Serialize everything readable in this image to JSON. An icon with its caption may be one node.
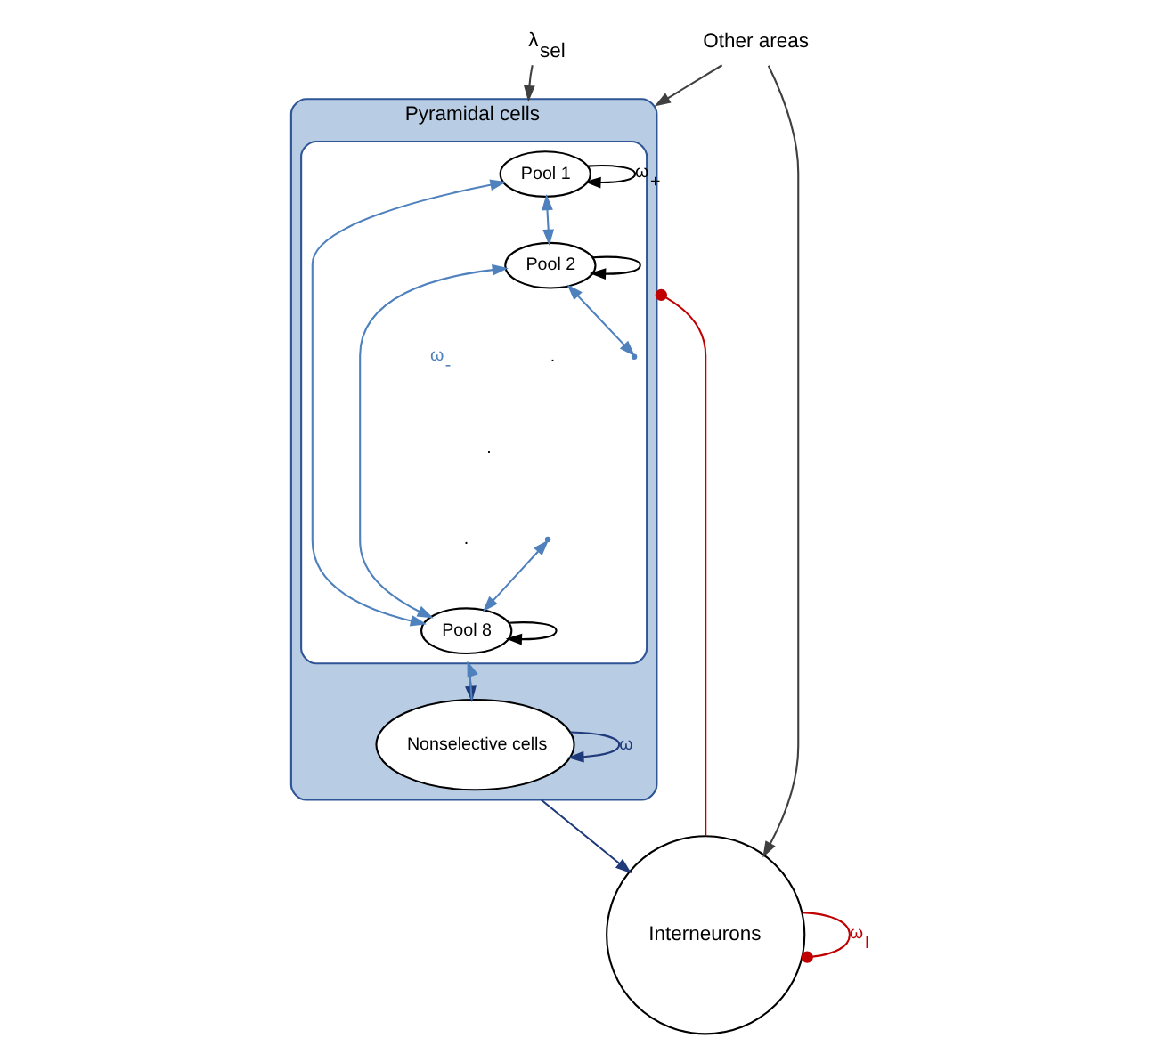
{
  "diagram": {
    "nodes": [
      {
        "text": [
          "Pyramidal cells"
        ]
      },
      {
        "text": [],
        "shape": "box",
        "in": 0
      },
      {
        "text": [
          "Pool 1"
        ],
        "in": 1
      },
      {
        "text": [
          "Pool 2"
        ],
        "in": 1
      },
      {
        "text": [
          "Pool 8"
        ],
        "in": 1
      },
      {
        "text": [
          "Nonselective cells"
        ],
        "in": 0
      },
      {
        "text": [
          "λ$_{sel}$"
        ]
      },
      {
        "text": [
          "Other areas"
        ]
      },
      {
        "text": [
          "Interneurons"
        ]
      }
    ],
    "edges": [
      {
        "from": 2,
        "to": 2,
        "arrow": "to",
        "label": "ω$_{+}$",
        "color": "#000000"
      },
      {
        "from": 3,
        "to": 3,
        "arrow": "to",
        "color": "#000000"
      },
      {
        "from": 4,
        "to": 4,
        "arrow": "to",
        "color": "#000000"
      },
      {
        "from": 2,
        "to": 3,
        "arrow": "both",
        "color": "#4f81bd"
      },
      {
        "from": 3,
        "to": null,
        "arrow": "both",
        "color": "#4f81bd"
      },
      {
        "from": null,
        "to": 4,
        "arrow": "both",
        "color": "#4f81bd"
      },
      {
        "from": 2,
        "to": 4,
        "arrow": "both",
        "color": "#4f81bd"
      },
      {
        "from": 3,
        "to": 4,
        "arrow": "both",
        "color": "#4f81bd"
      },
      {
        "from": 1,
        "to": 5,
        "arrow": "to",
        "color": "#1f3a7a"
      },
      {
        "from": 5,
        "to": 1,
        "arrow": "to",
        "color": "#4f81bd"
      },
      {
        "from": 5,
        "to": 5,
        "arrow": "to",
        "label": "ω",
        "color": "#1f3a7a"
      },
      {
        "from": 6,
        "to": 0,
        "arrow": "to",
        "color": "#404040"
      },
      {
        "from": 7,
        "to": 0,
        "arrow": "to",
        "color": "#404040"
      },
      {
        "from": 7,
        "to": 8,
        "arrow": "to",
        "color": "#404040"
      },
      {
        "from": 8,
        "to": 0,
        "arrow": "other",
        "color": "#c00000"
      },
      {
        "from": 0,
        "to": 8,
        "arrow": "to",
        "color": "#1f3a7a"
      },
      {
        "from": 8,
        "to": 8,
        "arrow": "other",
        "label": "ω$_{I}$",
        "color": "#c00000"
      }
    ],
    "labels": [
      "ω$_{-}$",
      ".",
      ".",
      "."
    ]
  }
}
